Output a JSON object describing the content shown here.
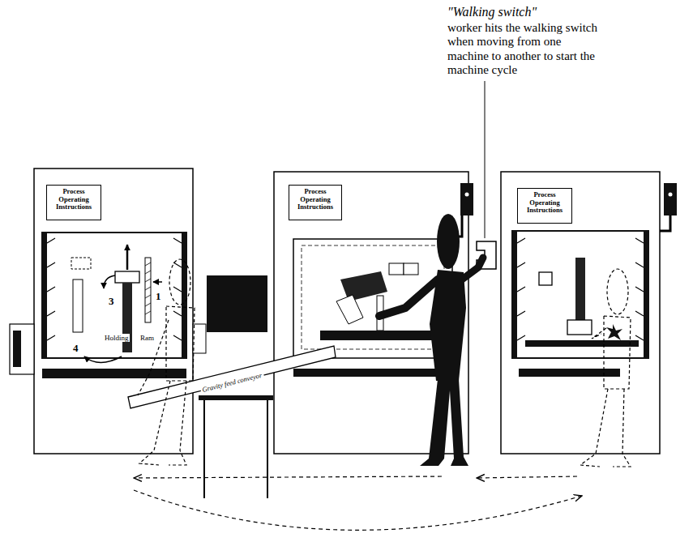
{
  "diagram": {
    "nodes": [
      {
        "text": [
          "Process Operating Instructions"
        ]
      },
      {
        "text": [
          "Process Operating Instructions"
        ]
      },
      {
        "text": [
          "Process Operating Instructions"
        ]
      }
    ],
    "labels": [
      "\"Walking switch\"",
      "worker hits the walking switch when moving from one machine to another to start the machine cycle",
      "3",
      "1",
      "Holding",
      "Ram",
      "4",
      "Gravity feed conveyor"
    ]
  }
}
